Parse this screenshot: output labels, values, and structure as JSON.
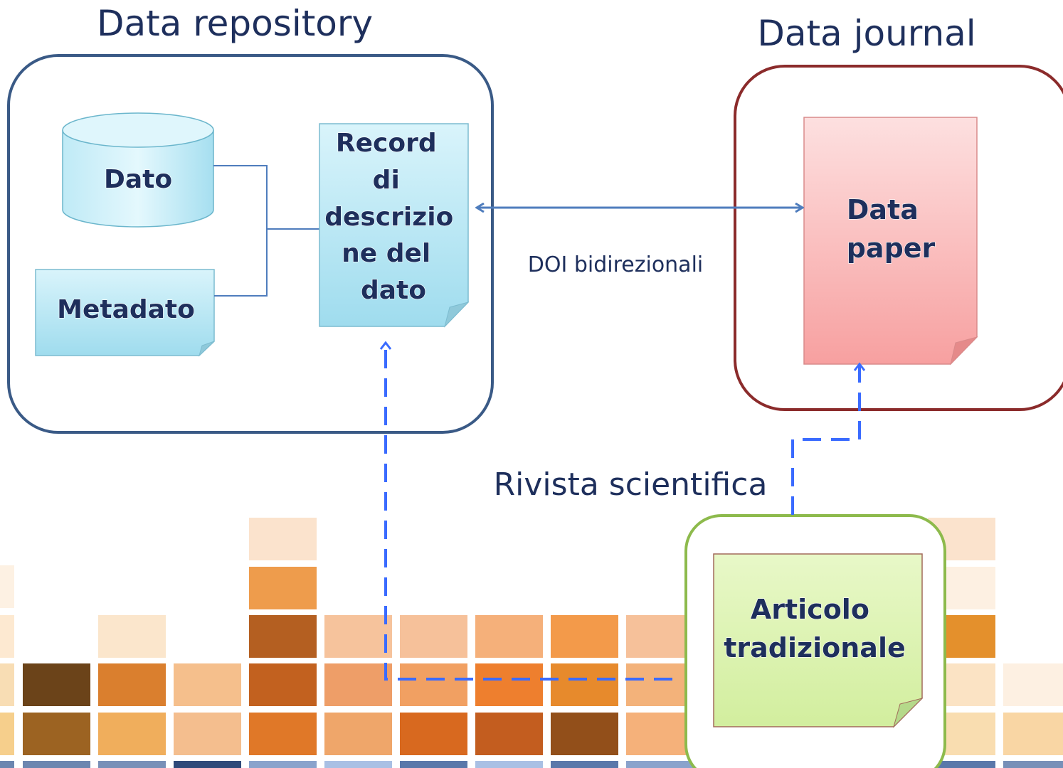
{
  "titles": {
    "repository": "Data repository",
    "journal": "Data journal",
    "rivista": "Rivista scientifica"
  },
  "labels": {
    "doi": "DOI bidirezionali"
  },
  "boxes": {
    "dato": "Dato",
    "metadato": "Metadato",
    "record": [
      "Record",
      "di",
      "descrizio",
      "ne del",
      "dato"
    ],
    "data_paper": [
      "Data",
      "paper"
    ],
    "articolo": [
      "Articolo",
      "tradizionale"
    ]
  },
  "colors": {
    "repository_border": "#3a5a86",
    "journal_border": "#8b2b2b",
    "rivista_border": "#8dba4c",
    "doi_arrow": "#4f7dbd",
    "dashed_arrow": "#3a6bff",
    "cyan_box": "#a8e2f0",
    "pink_box": "#f8a6a6",
    "green_box": "#d6f0a8"
  }
}
